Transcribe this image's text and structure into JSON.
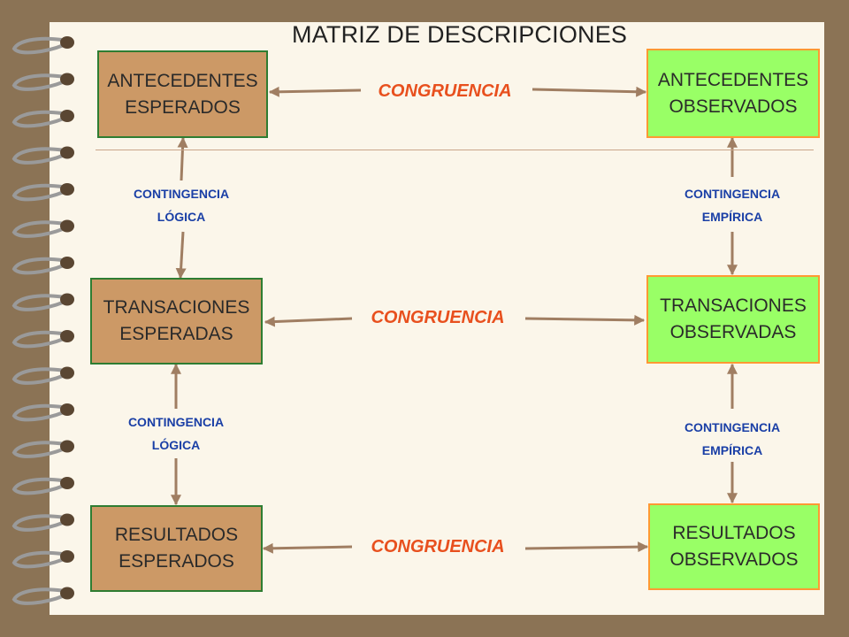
{
  "title": "MATRIZ DE DESCRIPCIONES",
  "expected": {
    "antecedents": "ANTECEDENTES\nESPERADOS",
    "transactions": "TRANSACIONES\nESPERADAS",
    "results": "RESULTADOS\nESPERADOS"
  },
  "observed": {
    "antecedents": "ANTECEDENTES\nOBSERVADOS",
    "transactions": "TRANSACIONES\nOBSERVADAS",
    "results": "RESULTADOS\nOBSERVADOS"
  },
  "congruence": [
    "CONGRUENCIA",
    "CONGRUENCIA",
    "CONGRUENCIA"
  ],
  "contingency": {
    "logical": [
      "CONTINGENCIA\nLÓGICA",
      "CONTINGENCIA\nLÓGICA"
    ],
    "empirical": [
      "CONTINGENCIA\nEMPÍRICA",
      "CONTINGENCIA\nEMPÍRICA"
    ]
  },
  "colors": {
    "background": "#8B7355",
    "paper": "#FBF6EA",
    "expected_fill": "#CC9966",
    "expected_border": "#2E7D32",
    "observed_fill": "#99FF66",
    "observed_border": "#FF9933",
    "congruence_text": "#E8501E",
    "contingency_text": "#1A3FA6",
    "arrow": "#A07E62",
    "spiral": "#9A9A9A"
  }
}
